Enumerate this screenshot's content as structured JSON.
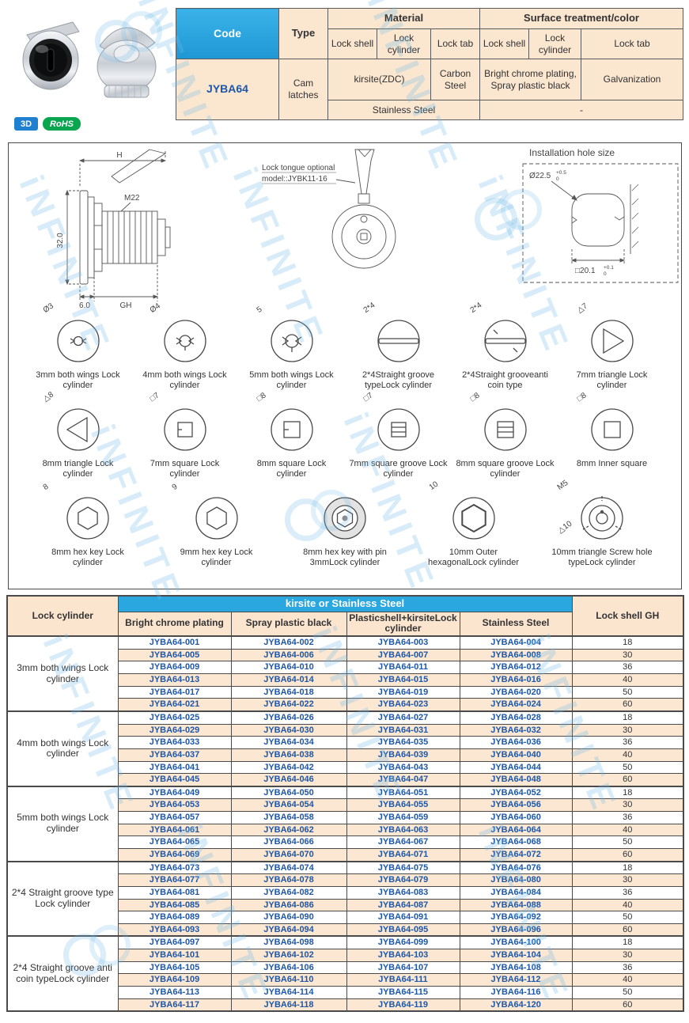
{
  "watermark": {
    "brand": "iNFINITE"
  },
  "badges": {
    "threed": "3D",
    "rohs": "RoHS"
  },
  "spec_table": {
    "headers": {
      "code": "Code",
      "type": "Type",
      "material": "Material",
      "surface": "Surface treatment/color",
      "lock_shell": "Lock shell",
      "lock_cylinder": "Lock cylinder",
      "lock_tab": "Lock tab"
    },
    "row1": {
      "code": "JYBA64",
      "type": "Cam latches",
      "mat_shell_cyl": "kirsite(ZDC)",
      "mat_tab": "Carbon Steel",
      "surf_shell_cyl": "Bright chrome plating, Spray plastic black",
      "surf_tab": "Galvanization"
    },
    "row2": {
      "material": "Stainless Steel",
      "surface": "-"
    }
  },
  "drawing": {
    "side": {
      "h": "H",
      "m22": "M22",
      "height": "32.0",
      "base": "6.0",
      "gh": "GH"
    },
    "top": {
      "note1": "Lock tongue optional",
      "note2": "model::JYBK11-16"
    },
    "install": {
      "title": "Installation hole size",
      "dia": "Ø22.5",
      "dia_tol_up": "+0.5",
      "dia_tol_dn": "0",
      "sq": "□20.1",
      "sq_tol_up": "+0.1",
      "sq_tol_dn": "0"
    }
  },
  "cylinders": [
    {
      "dim": "Ø3",
      "shape": "wings3",
      "label": "3mm both wings Lock cylinder"
    },
    {
      "dim": "Ø4",
      "shape": "wings4",
      "label": "4mm both wings Lock cylinder"
    },
    {
      "dim": "5",
      "shape": "wings5",
      "label": "5mm both wings Lock cylinder"
    },
    {
      "dim": "2*4",
      "shape": "slot",
      "label": "2*4Straight groove typeLock cylinder"
    },
    {
      "dim": "2*4",
      "shape": "slotanti",
      "label": "2*4Straight grooveanti coin type"
    },
    {
      "dim": "△7",
      "shape": "tri",
      "label": "7mm triangle Lock cylinder"
    },
    {
      "dim": "△8",
      "shape": "tri2",
      "label": "8mm triangle Lock cylinder"
    },
    {
      "dim": "□7",
      "shape": "sqn",
      "label": "7mm square Lock cylinder"
    },
    {
      "dim": "□8",
      "shape": "sqn2",
      "label": "8mm square Lock cylinder"
    },
    {
      "dim": "□7",
      "shape": "sqg",
      "label": "7mm square groove Lock cylinder"
    },
    {
      "dim": "□8",
      "shape": "sqg2",
      "label": "8mm square groove Lock cylinder"
    },
    {
      "dim": "□8",
      "shape": "sqi",
      "label": "8mm Inner square"
    },
    {
      "dim": "8",
      "shape": "hex",
      "label": "8mm hex key Lock cylinder"
    },
    {
      "dim": "9",
      "shape": "hex",
      "label": "9mm hex key Lock cylinder"
    },
    {
      "dim": "",
      "shape": "hexpin",
      "label": "8mm hex key with pin 3mmLock cylinder"
    },
    {
      "dim": "10",
      "shape": "outerhex",
      "label": "10mm Outer hexagonalLock cylinder"
    },
    {
      "dim": "M5",
      "dim2": "△10",
      "shape": "screw",
      "label": "10mm triangle Screw hole typeLock cylinder"
    }
  ],
  "codes_table": {
    "header": {
      "lock_cylinder": "Lock cylinder",
      "group_title": "kirsite or Stainless Steel",
      "cols": [
        "Bright chrome plating",
        "Spray plastic black",
        "Plasticshell+kirsiteLock cylinder",
        "Stainless Steel"
      ],
      "gh": "Lock shell GH"
    },
    "groups": [
      {
        "name": "3mm both wings Lock cylinder",
        "rows": [
          [
            "JYBA64-001",
            "JYBA64-002",
            "JYBA64-003",
            "JYBA64-004",
            "18"
          ],
          [
            "JYBA64-005",
            "JYBA64-006",
            "JYBA64-007",
            "JYBA64-008",
            "30"
          ],
          [
            "JYBA64-009",
            "JYBA64-010",
            "JYBA64-011",
            "JYBA64-012",
            "36"
          ],
          [
            "JYBA64-013",
            "JYBA64-014",
            "JYBA64-015",
            "JYBA64-016",
            "40"
          ],
          [
            "JYBA64-017",
            "JYBA64-018",
            "JYBA64-019",
            "JYBA64-020",
            "50"
          ],
          [
            "JYBA64-021",
            "JYBA64-022",
            "JYBA64-023",
            "JYBA64-024",
            "60"
          ]
        ]
      },
      {
        "name": "4mm both wings Lock cylinder",
        "rows": [
          [
            "JYBA64-025",
            "JYBA64-026",
            "JYBA64-027",
            "JYBA64-028",
            "18"
          ],
          [
            "JYBA64-029",
            "JYBA64-030",
            "JYBA64-031",
            "JYBA64-032",
            "30"
          ],
          [
            "JYBA64-033",
            "JYBA64-034",
            "JYBA64-035",
            "JYBA64-036",
            "36"
          ],
          [
            "JYBA64-037",
            "JYBA64-038",
            "JYBA64-039",
            "JYBA64-040",
            "40"
          ],
          [
            "JYBA64-041",
            "JYBA64-042",
            "JYBA64-043",
            "JYBA64-044",
            "50"
          ],
          [
            "JYBA64-045",
            "JYBA64-046",
            "JYBA64-047",
            "JYBA64-048",
            "60"
          ]
        ]
      },
      {
        "name": "5mm both wings Lock cylinder",
        "rows": [
          [
            "JYBA64-049",
            "JYBA64-050",
            "JYBA64-051",
            "JYBA64-052",
            "18"
          ],
          [
            "JYBA64-053",
            "JYBA64-054",
            "JYBA64-055",
            "JYBA64-056",
            "30"
          ],
          [
            "JYBA64-057",
            "JYBA64-058",
            "JYBA64-059",
            "JYBA64-060",
            "36"
          ],
          [
            "JYBA64-061",
            "JYBA64-062",
            "JYBA64-063",
            "JYBA64-064",
            "40"
          ],
          [
            "JYBA64-065",
            "JYBA64-066",
            "JYBA64-067",
            "JYBA64-068",
            "50"
          ],
          [
            "JYBA64-069",
            "JYBA64-070",
            "JYBA64-071",
            "JYBA64-072",
            "60"
          ]
        ]
      },
      {
        "name": "2*4 Straight groove type Lock cylinder",
        "rows": [
          [
            "JYBA64-073",
            "JYBA64-074",
            "JYBA64-075",
            "JYBA64-076",
            "18"
          ],
          [
            "JYBA64-077",
            "JYBA64-078",
            "JYBA64-079",
            "JYBA64-080",
            "30"
          ],
          [
            "JYBA64-081",
            "JYBA64-082",
            "JYBA64-083",
            "JYBA64-084",
            "36"
          ],
          [
            "JYBA64-085",
            "JYBA64-086",
            "JYBA64-087",
            "JYBA64-088",
            "40"
          ],
          [
            "JYBA64-089",
            "JYBA64-090",
            "JYBA64-091",
            "JYBA64-092",
            "50"
          ],
          [
            "JYBA64-093",
            "JYBA64-094",
            "JYBA64-095",
            "JYBA64-096",
            "60"
          ]
        ]
      },
      {
        "name": "2*4 Straight groove anti coin typeLock cylinder",
        "rows": [
          [
            "JYBA64-097",
            "JYBA64-098",
            "JYBA64-099",
            "JYBA64-100",
            "18"
          ],
          [
            "JYBA64-101",
            "JYBA64-102",
            "JYBA64-103",
            "JYBA64-104",
            "30"
          ],
          [
            "JYBA64-105",
            "JYBA64-106",
            "JYBA64-107",
            "JYBA64-108",
            "36"
          ],
          [
            "JYBA64-109",
            "JYBA64-110",
            "JYBA64-111",
            "JYBA64-112",
            "40"
          ],
          [
            "JYBA64-113",
            "JYBA64-114",
            "JYBA64-115",
            "JYBA64-116",
            "50"
          ],
          [
            "JYBA64-117",
            "JYBA64-118",
            "JYBA64-119",
            "JYBA64-120",
            "60"
          ]
        ]
      }
    ]
  }
}
